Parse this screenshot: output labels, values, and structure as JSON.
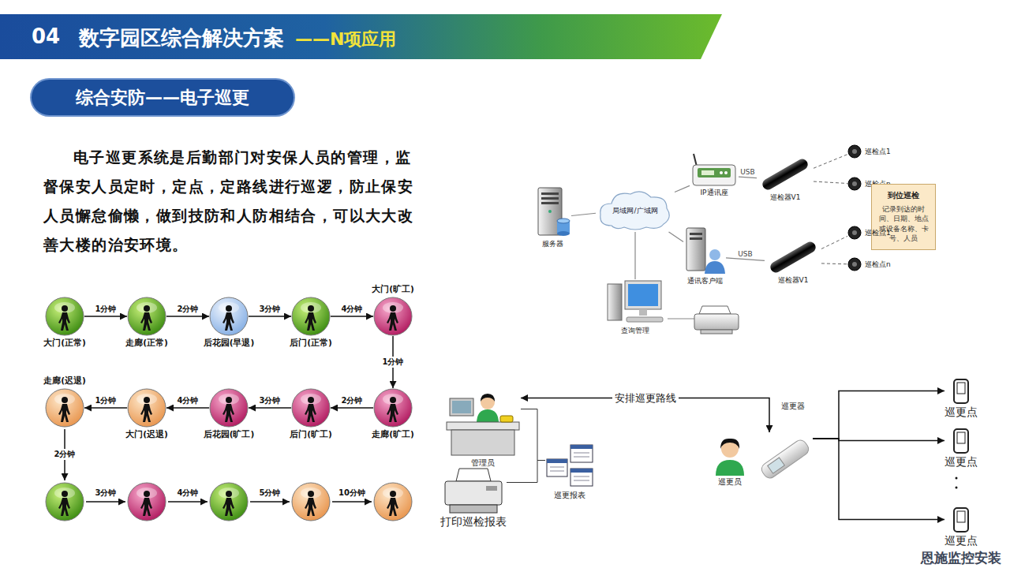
{
  "diagram": {
    "title": "数字园区综合解决方案",
    "nodes": [
      {
        "text": [
          "综合安防——电子巡更"
        ]
      },
      {
        "text": [
          "大门(正常)"
        ]
      },
      {
        "text": [
          "走廊(正常)"
        ]
      },
      {
        "text": [
          "后花园(早退)"
        ]
      },
      {
        "text": [
          "后门(正常)"
        ]
      },
      {
        "text": [
          "大门(旷工)"
        ]
      },
      {
        "text": [
          "走廊(旷工)"
        ]
      },
      {
        "text": [
          "后门(旷工)"
        ]
      },
      {
        "text": [
          "后花园(旷工)"
        ]
      },
      {
        "text": [
          "大门(迟退)"
        ]
      },
      {
        "text": [
          "走廊(迟退)"
        ]
      },
      {
        "text": [
          "服务器"
        ]
      },
      {
        "text": [
          "局域网/广域网"
        ]
      },
      {
        "text": [
          "IP通讯座"
        ]
      },
      {
        "text": [
          "巡检器V1"
        ]
      },
      {
        "text": [
          "巡检点1"
        ]
      },
      {
        "text": [
          "巡检点n"
        ]
      },
      {
        "text": [
          "到位巡检",
          "记录到达的时间、日期、地点或设备名称、卡号、人员"
        ]
      },
      {
        "text": [
          "通讯客户端"
        ]
      },
      {
        "text": [
          "巡检器V1"
        ]
      },
      {
        "text": [
          "巡检点1"
        ]
      },
      {
        "text": [
          "巡检点n"
        ]
      },
      {
        "text": [
          "查询管理"
        ]
      },
      {
        "text": [
          "管理员"
        ]
      },
      {
        "text": [
          "巡更员"
        ]
      },
      {
        "text": [
          "巡更器"
        ]
      },
      {
        "text": [
          "巡更点"
        ]
      },
      {
        "text": [
          "巡更点"
        ]
      },
      {
        "text": [
          "巡更点"
        ]
      },
      {
        "text": [
          "巡更报表"
        ]
      },
      {
        "text": [
          "打印巡检报表"
        ]
      }
    ],
    "edges": [
      {
        "from": 1,
        "to": 2,
        "label": "1分钟",
        "arrow": "to"
      },
      {
        "from": 2,
        "to": 3,
        "label": "2分钟",
        "arrow": "to"
      },
      {
        "from": 3,
        "to": 4,
        "label": "3分钟",
        "arrow": "to"
      },
      {
        "from": 4,
        "to": 5,
        "label": "4分钟",
        "arrow": "to"
      },
      {
        "from": 5,
        "to": 6,
        "label": "1分钟",
        "arrow": "to"
      },
      {
        "from": 6,
        "to": 7,
        "label": "2分钟",
        "arrow": "to"
      },
      {
        "from": 7,
        "to": 8,
        "label": "3分钟",
        "arrow": "to"
      },
      {
        "from": 8,
        "to": 9,
        "label": "4分钟",
        "arrow": "to"
      },
      {
        "from": 9,
        "to": 10,
        "label": "1分钟",
        "arrow": "to"
      },
      {
        "from": 11,
        "to": 12,
        "arrow": "none"
      },
      {
        "from": 12,
        "to": 13,
        "arrow": "none"
      },
      {
        "from": 12,
        "to": 18,
        "arrow": "none"
      },
      {
        "from": 12,
        "to": 22,
        "arrow": "none"
      },
      {
        "from": 13,
        "to": 14,
        "label": "USB",
        "arrow": "none"
      },
      {
        "from": 18,
        "to": 19,
        "label": "USB",
        "arrow": "none"
      },
      {
        "from": 14,
        "to": 15,
        "arrow": "none"
      },
      {
        "from": 14,
        "to": 16,
        "arrow": "none"
      },
      {
        "from": 19,
        "to": 20,
        "arrow": "none"
      },
      {
        "from": 19,
        "to": 21,
        "arrow": "none"
      },
      {
        "from": 23,
        "to": 25,
        "label": "安排巡更路线",
        "arrow": "both"
      },
      {
        "from": 25,
        "to": 26,
        "arrow": "to"
      },
      {
        "from": 25,
        "to": 27,
        "arrow": "to"
      },
      {
        "from": 25,
        "to": 28,
        "arrow": "to"
      },
      {
        "from": 23,
        "to": 29,
        "arrow": "none"
      },
      {
        "from": 30,
        "to": 29,
        "arrow": "none"
      }
    ],
    "labels": [
      "04",
      "——N项应用",
      "电子巡更系统是后勤部门对安保人员的管理，监督保安人员定时，定点，定路线进行巡逻，防止保安人员懈怠偷懒，做到技防和人防相结合，可以大大改善大楼的治安环境。",
      "2分钟",
      "3分钟",
      "4分钟",
      "5分钟",
      "10分钟",
      "恩施监控安装"
    ]
  }
}
